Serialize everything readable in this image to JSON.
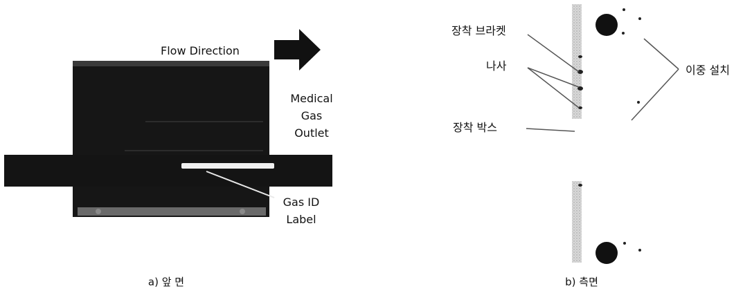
{
  "left_panel": {
    "flow_direction": "Flow Direction",
    "outlet_line1": "Medical",
    "outlet_line2": "Gas",
    "outlet_line3": "Outlet",
    "gas_id_line1": "Gas ID",
    "gas_id_line2": "Label",
    "caption": "a) 앞 면"
  },
  "right_panel": {
    "mounting_bracket": "장착 브라켓",
    "screw": "나사",
    "mounting_box": "장착 박스",
    "dual_install": "이중 설치",
    "caption": "b) 측면"
  }
}
